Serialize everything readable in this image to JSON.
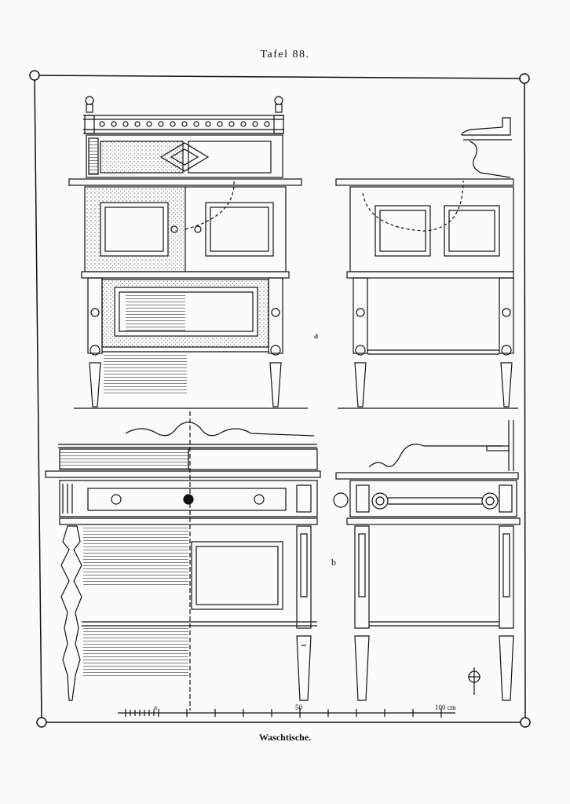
{
  "plate": {
    "title": "Tafel 88.",
    "caption": "Waschtische.",
    "label_a": "a",
    "label_b": "b"
  },
  "scale_bar": {
    "labels": [
      "a",
      "50",
      "100"
    ],
    "unit": "cm"
  },
  "colors": {
    "ink": "#111111",
    "paper": "#fbfbf9"
  }
}
